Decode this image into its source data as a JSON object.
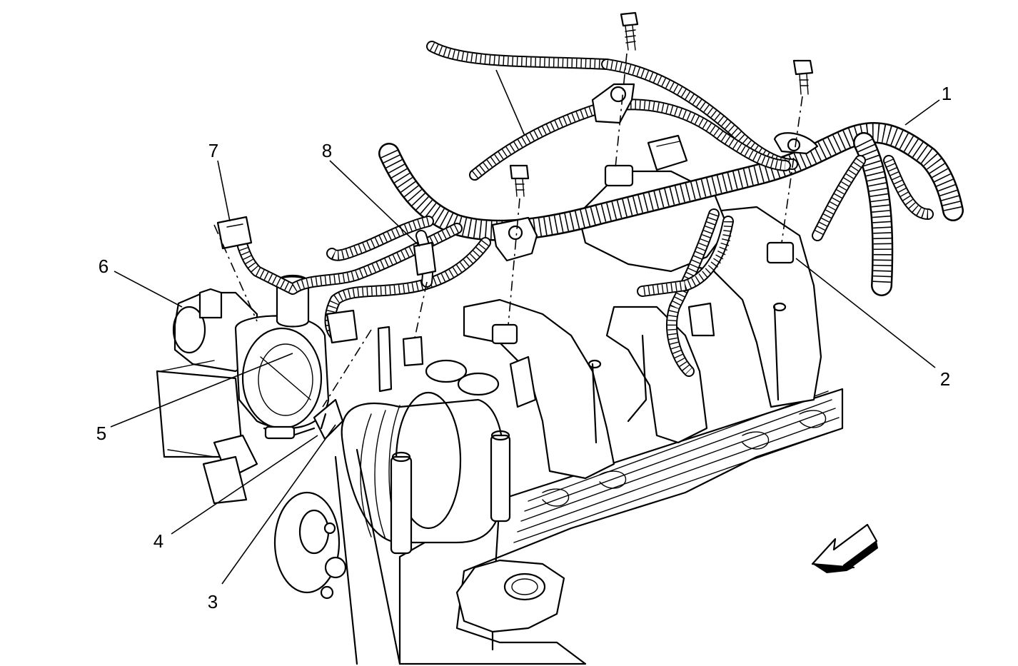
{
  "diagram": {
    "callouts": [
      {
        "id": "1",
        "label": "1"
      },
      {
        "id": "2",
        "label": "2"
      },
      {
        "id": "3",
        "label": "3"
      },
      {
        "id": "4",
        "label": "4"
      },
      {
        "id": "5",
        "label": "5"
      },
      {
        "id": "6",
        "label": "6"
      },
      {
        "id": "7",
        "label": "7"
      },
      {
        "id": "8",
        "label": "8"
      }
    ],
    "direction_arrow": "front-arrow-icon"
  }
}
